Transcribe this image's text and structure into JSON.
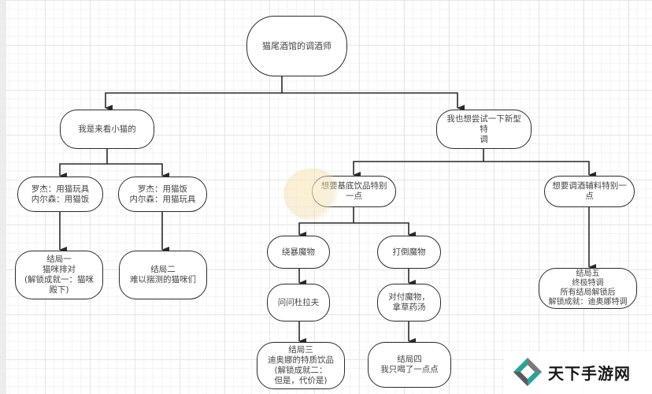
{
  "diagram": {
    "type": "flowchart",
    "root": {
      "id": "root",
      "label": "猫尾酒馆的调酒师"
    },
    "branches": [
      {
        "id": "b1",
        "label": "我是来看小猫的"
      },
      {
        "id": "b2",
        "label": "我也想尝试一下新型特\n调"
      }
    ],
    "nodes": {
      "b1a": "罗杰：用猫玩具\n内尔森：用猫饭",
      "b1b": "罗杰：用猫饭\n内尔森：用猫玩具",
      "end1": "结局一\n猫咪排对\n(解锁成就一：猫咪\n殿下)",
      "end2": "结局二\n难以揣测的猫咪们",
      "b2a": "想要基底饮品特别\n一点",
      "b2b": "想要调酒辅料特别一\n点",
      "b2a1": "绕暴魔物",
      "b2a2": "打倒魔物",
      "b2a1a": "问问杜拉夫",
      "b2a2a": "对付魔物，\n拿草药汤",
      "end3": "结局三\n迪奥娜的特质饮品\n(解锁成就二：\n但是，代价是)",
      "end4": "结局四\n我只喝了一点点",
      "end5": "结局五\n终极特调\n所有结局解锁后\n解锁成就：迪奥娜特调"
    },
    "edges": [
      [
        "root",
        "b1"
      ],
      [
        "root",
        "b2"
      ],
      [
        "b1",
        "b1a"
      ],
      [
        "b1",
        "b1b"
      ],
      [
        "b1a",
        "end1"
      ],
      [
        "b1b",
        "end2"
      ],
      [
        "b2",
        "b2a"
      ],
      [
        "b2",
        "b2b"
      ],
      [
        "b2a",
        "b2a1"
      ],
      [
        "b2a",
        "b2a2"
      ],
      [
        "b2a1",
        "b2a1a"
      ],
      [
        "b2a2",
        "b2a2a"
      ],
      [
        "b2a1a",
        "end3"
      ],
      [
        "b2a2a",
        "end4"
      ],
      [
        "b2b",
        "end5"
      ]
    ],
    "colors": {
      "line": "#2a2a2a",
      "node_fill": "#ffffff",
      "text": "#444444",
      "grid": "#e6e6e6"
    }
  },
  "watermark": {
    "brand": "天下手游网",
    "logo_colors": [
      "#2aa39a",
      "#6b6b6b"
    ]
  }
}
